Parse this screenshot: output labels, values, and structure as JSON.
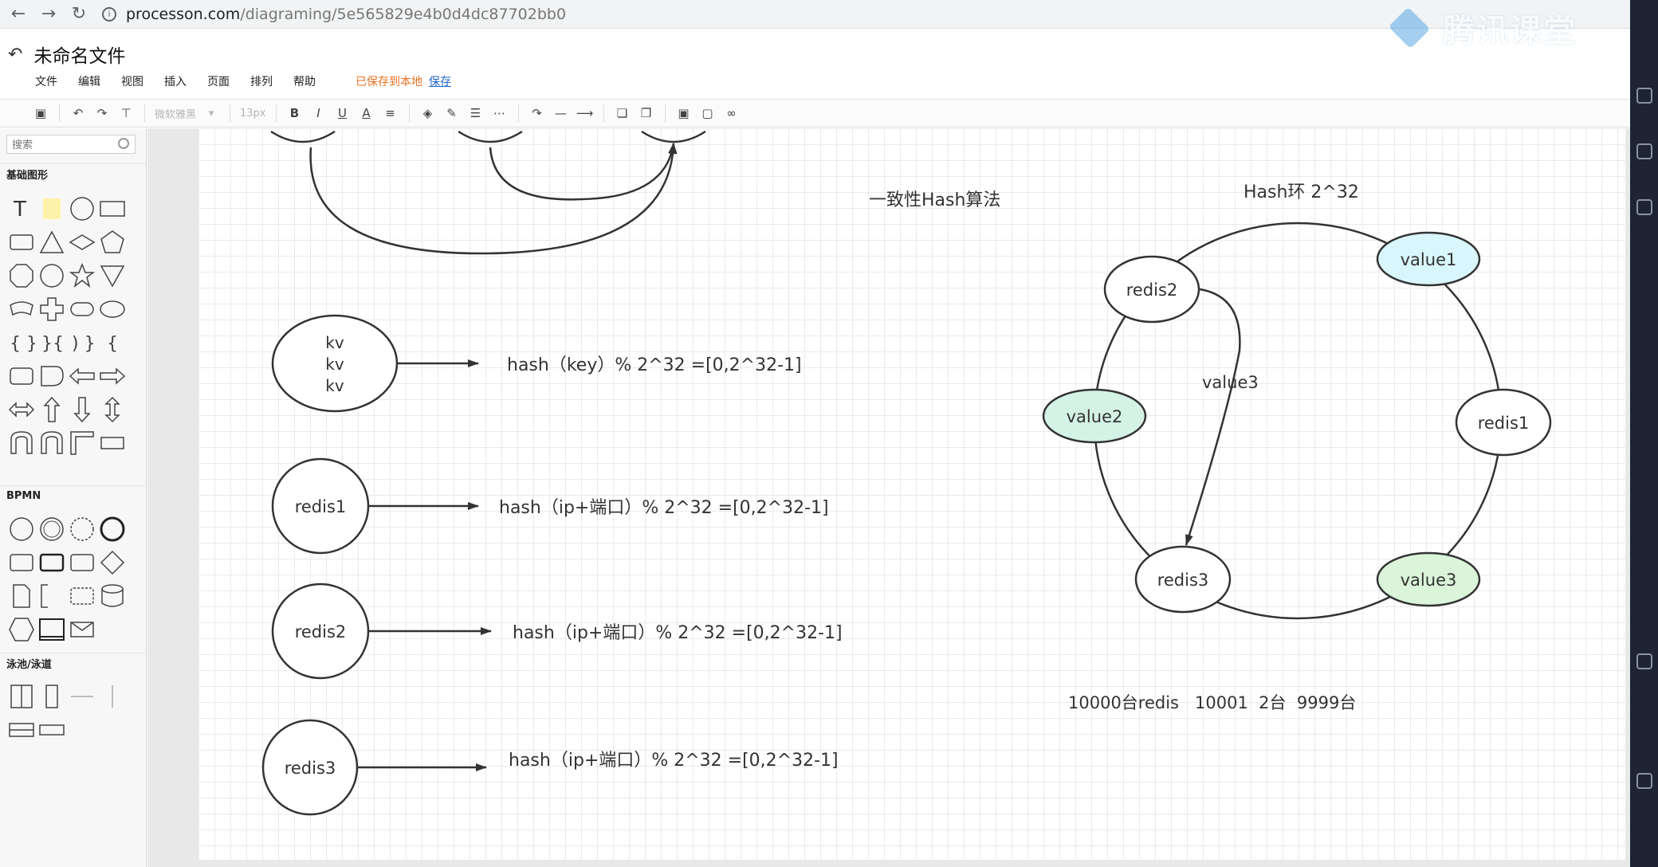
{
  "browser": {
    "url_host": "processon.com",
    "url_path": "/diagraming/5e565829e4b0d4dc87702bb0"
  },
  "watermark": {
    "text": "腾讯课堂"
  },
  "doc": {
    "title": "未命名文件"
  },
  "menu": {
    "items": [
      "文件",
      "编辑",
      "视图",
      "插入",
      "页面",
      "排列",
      "帮助"
    ],
    "saved_status": "已保存到本地",
    "save_link": "保存"
  },
  "toolbar": {
    "font_name": "微软雅黑",
    "font_size": "13px",
    "bold": "B",
    "italic": "I",
    "underline": "U",
    "font_color": "A"
  },
  "sidebar": {
    "search_placeholder": "搜索",
    "sections": [
      "基础图形",
      "BPMN",
      "泳池/泳道"
    ]
  },
  "diagram": {
    "title": "一致性Hash算法",
    "ring_label": "Hash环 2^32",
    "footnote": "10000台redis   10001  2台  9999台",
    "kv_lines": [
      "kv",
      "kv",
      "kv"
    ],
    "formulas": [
      "hash（key）% 2^32 =[0,2^32-1]",
      "hash（ip+端口）% 2^32 =[0,2^32-1]",
      "hash（ip+端口）% 2^32 =[0,2^32-1]",
      "hash（ip+端口）% 2^32 =[0,2^32-1]"
    ],
    "left_nodes": [
      "redis1",
      "redis2",
      "redis3"
    ],
    "ring_nodes": {
      "value1": "value1",
      "redis2": "redis2",
      "value2": "value2",
      "redis1": "redis1",
      "redis3": "redis3",
      "value3": "value3",
      "arrow_label": "value3"
    },
    "colors": {
      "value1_fill": "#d8f6fb",
      "value2_fill": "#d4f3e6",
      "value3_fill": "#daf5da",
      "stroke": "#333333"
    }
  }
}
